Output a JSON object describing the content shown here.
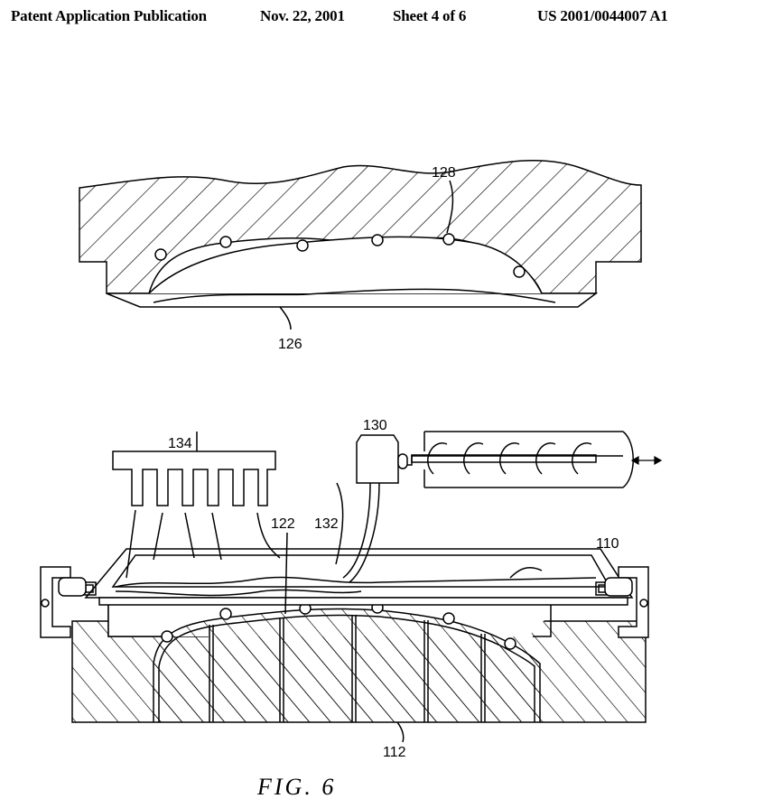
{
  "header": {
    "publication": "Patent Application Publication",
    "date": "Nov. 22, 2001",
    "sheet": "Sheet 4 of 6",
    "number": "US 2001/0044007 A1"
  },
  "figure": {
    "caption": "FIG. 6",
    "labels": {
      "l128": "128",
      "l126": "126",
      "l134": "134",
      "l130": "130",
      "l122": "122",
      "l132": "132",
      "l110": "110",
      "l112": "112"
    }
  }
}
